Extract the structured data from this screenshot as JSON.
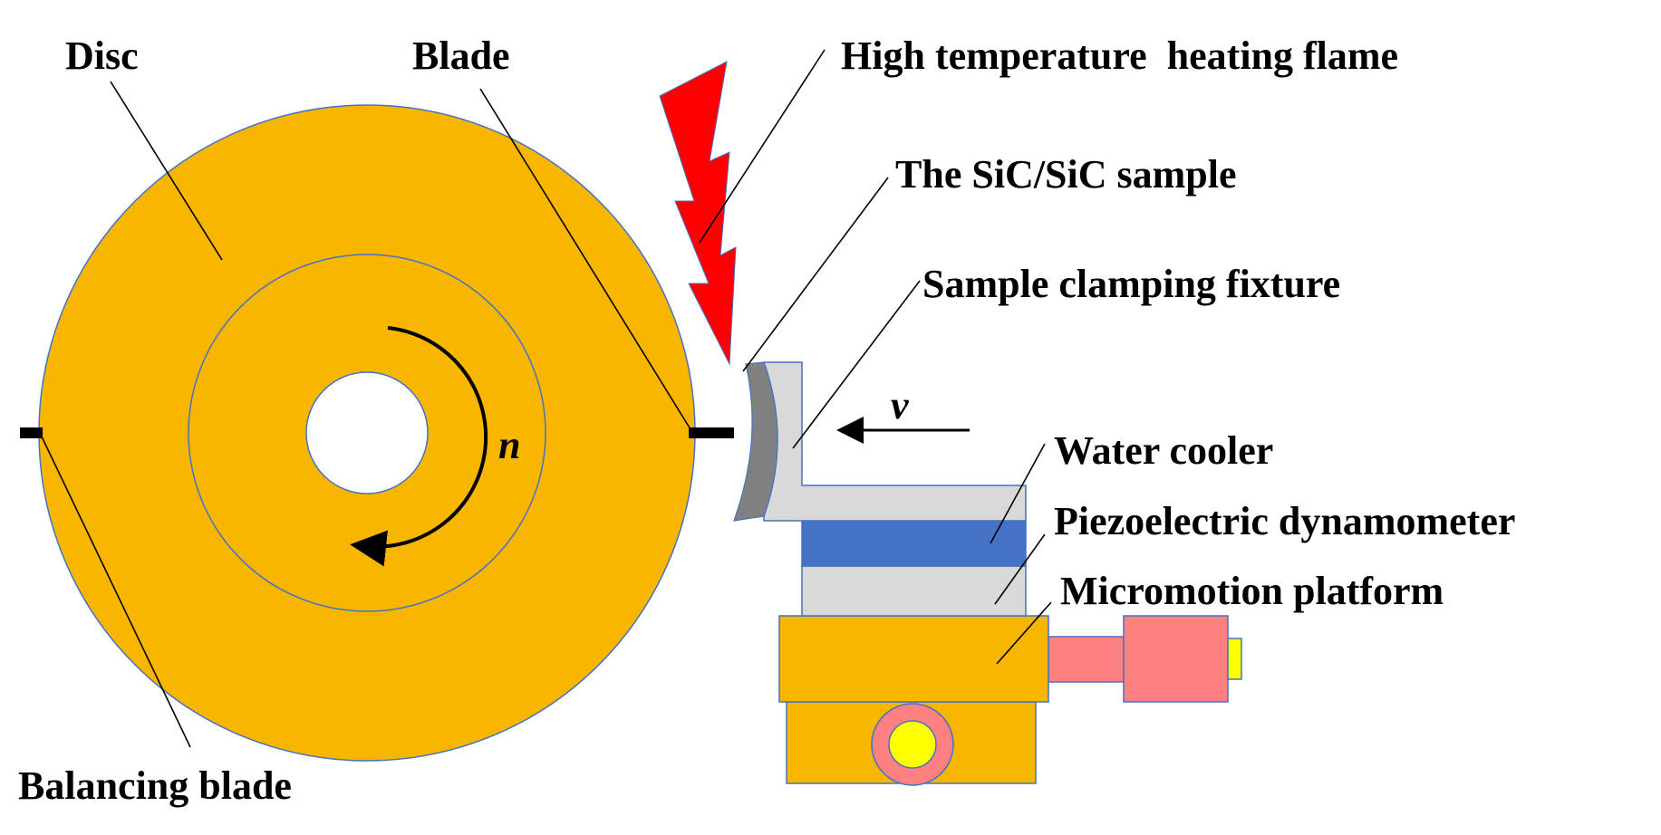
{
  "labels": {
    "disc": "Disc",
    "blade": "Blade",
    "flame": "High temperature  heating flame",
    "sample": "The SiC/SiC sample",
    "fixture": "Sample clamping fixture",
    "water_cooler": "Water cooler",
    "dynamometer": "Piezoelectric dynamometer",
    "platform": "Micromotion platform",
    "balancing_blade": "Balancing blade"
  },
  "symbols": {
    "rotation_speed": "n",
    "feed_speed": "v"
  },
  "colors": {
    "disc": "#F9B600",
    "flame": "#FF0000",
    "sample": "#808080",
    "fixture": "#D9D9D9",
    "water_cooler": "#4472C4",
    "platform": "#F9B600",
    "motor": "#FF8080",
    "knob": "#FFFF00",
    "outline": "#4472C4"
  }
}
